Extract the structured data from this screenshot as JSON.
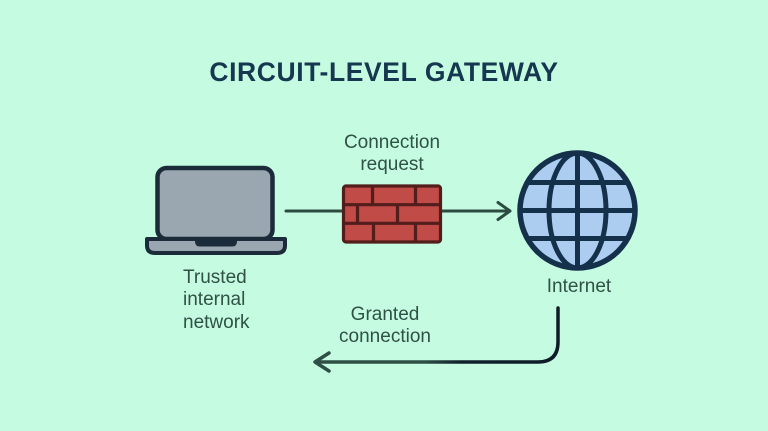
{
  "title": "CIRCUIT-LEVEL GATEWAY",
  "labels": {
    "source": "Trusted\ninternal\nnetwork",
    "request": "Connection\nrequest",
    "destination": "Internet",
    "granted": "Granted\nconnection"
  },
  "icons": {
    "source": "laptop-icon",
    "gateway": "firewall-icon",
    "destination": "globe-icon"
  },
  "colors": {
    "background": "#C5FCE1",
    "title_text": "#15374F",
    "label_text": "#2F5146",
    "laptop_fill": "#9AA7B1",
    "laptop_stroke": "#1C2B39",
    "brick_fill": "#C04B47",
    "brick_stroke": "#521D1B",
    "globe_fill": "#ACCDF0",
    "globe_stroke": "#14304A",
    "arrow_request": "#2C4B41",
    "arrow_granted_left": "#2E4F45",
    "arrow_granted_right": "#0E1C26"
  }
}
